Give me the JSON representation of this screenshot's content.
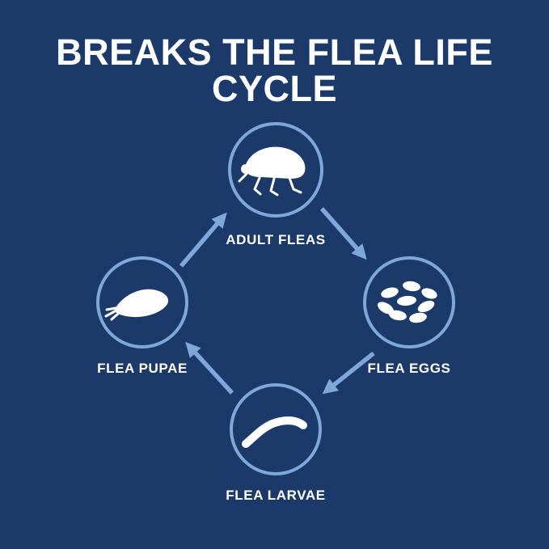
{
  "title": "BREAKS THE FLEA LIFE CYCLE",
  "colors": {
    "background": "#1c3a69",
    "accent": "#7ea7da",
    "text": "#ffffff",
    "icon": "#ffffff"
  },
  "cycle": {
    "stages": [
      {
        "id": "adult-fleas",
        "label": "ADULT FLEAS",
        "icon": "flea-icon"
      },
      {
        "id": "flea-eggs",
        "label": "FLEA EGGS",
        "icon": "eggs-icon"
      },
      {
        "id": "flea-larvae",
        "label": "FLEA LARVAE",
        "icon": "larva-icon"
      },
      {
        "id": "flea-pupae",
        "label": "FLEA PUPAE",
        "icon": "pupa-icon"
      }
    ],
    "order": [
      "adult-fleas",
      "flea-eggs",
      "flea-larvae",
      "flea-pupae"
    ]
  }
}
